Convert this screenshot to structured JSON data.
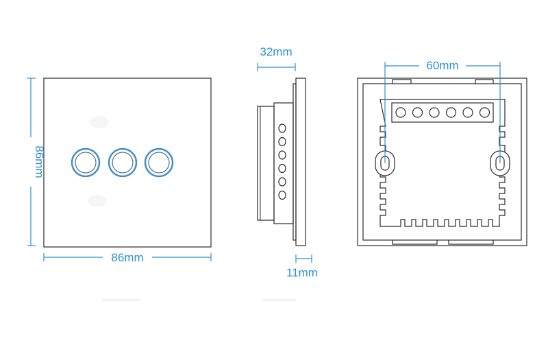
{
  "dimensions": {
    "front_height": "86mm",
    "front_width": "86mm",
    "side_depth": "32mm",
    "side_panel": "11mm",
    "back_mounting": "60mm"
  },
  "front_view": {
    "button_count": 3
  },
  "side_view": {
    "terminal_count": 6
  },
  "back_view": {
    "terminal_count": 6
  },
  "colors": {
    "dimension": "#2b8fd6",
    "outline": "#2a2a2a",
    "button_ring": "#3d8fd0"
  }
}
